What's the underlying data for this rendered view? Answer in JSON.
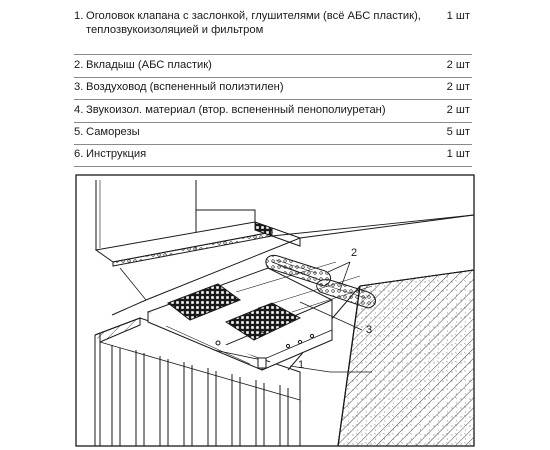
{
  "parts_list": [
    {
      "num": "1.",
      "text": "Оголовок клапана с заслонкой, глушителями (всё АБС пластик), теплозвукоизоляцией и фильтром",
      "qty": "1 шт"
    },
    {
      "num": "2.",
      "text": "Вкладыш (АБС пластик)",
      "qty": "2 шт"
    },
    {
      "num": "3.",
      "text": "Воздуховод (вспененный полиэтилен)",
      "qty": "2 шт"
    },
    {
      "num": "4.",
      "text": "Звукоизол. материал (втор. вспененный пенополиуретан)",
      "qty": "2 шт"
    },
    {
      "num": "5.",
      "text": "Саморезы",
      "qty": "5 шт"
    },
    {
      "num": "6.",
      "text": "Инструкция",
      "qty": "1 шт"
    }
  ],
  "callouts": {
    "label_1": "1",
    "label_2": "2",
    "label_3": "3"
  }
}
